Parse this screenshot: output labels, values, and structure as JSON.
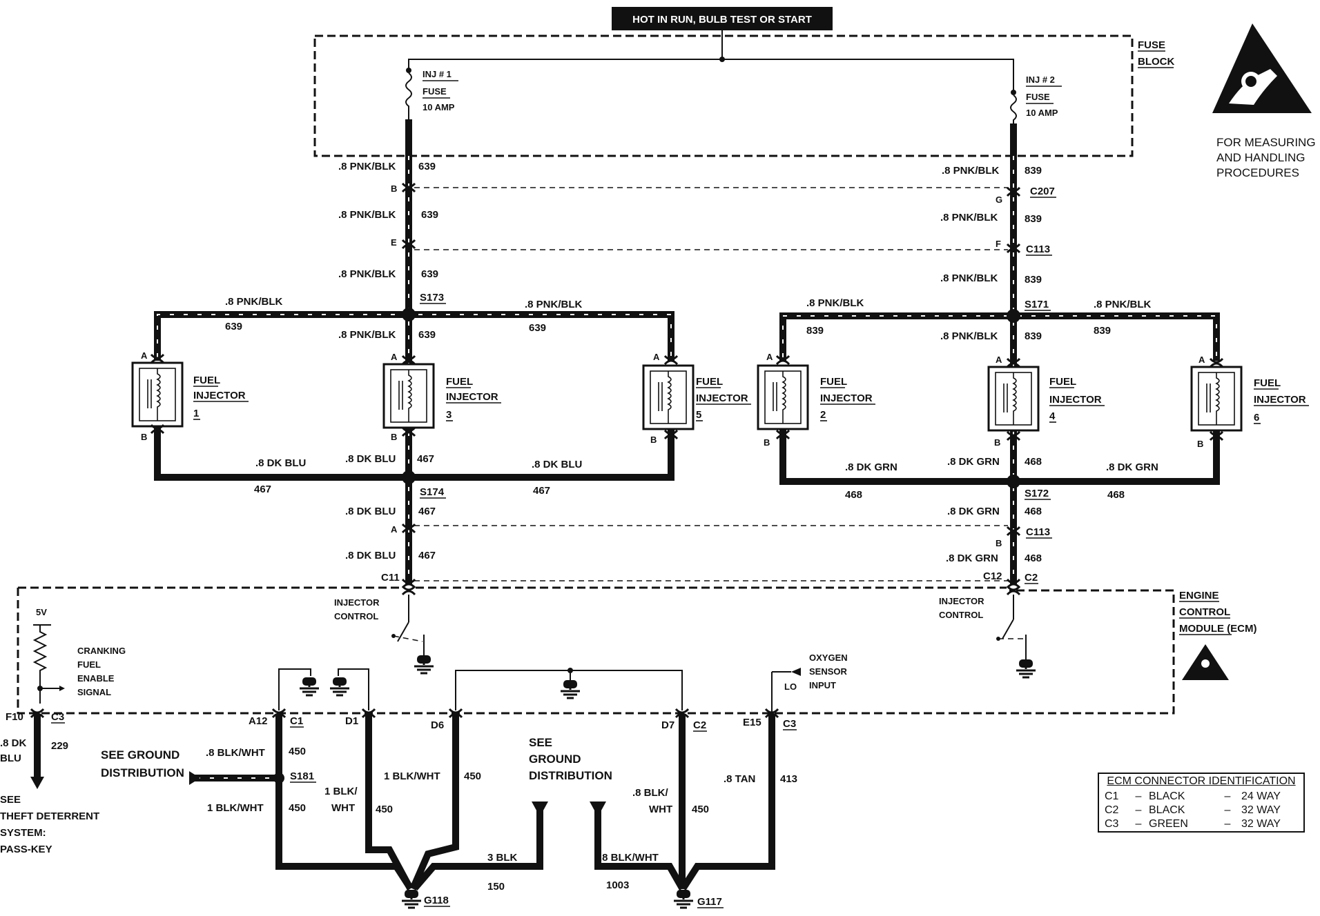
{
  "header": {
    "power_label": "HOT IN RUN, BULB TEST OR START"
  },
  "fuse_block": {
    "title_line1": "FUSE",
    "title_line2": "BLOCK"
  },
  "fuses": [
    {
      "line1": "INJ # 1",
      "line2": "FUSE",
      "rating": "10 AMP"
    },
    {
      "line1": "INJ # 2",
      "line2": "FUSE",
      "rating": "10 AMP"
    }
  ],
  "esd_note": {
    "line1": "FOR MEASURING",
    "line2": "AND HANDLING",
    "line3": "PROCEDURES"
  },
  "wires": {
    "pnk_blk": ".8 PNK/BLK",
    "dk_blu": ".8 DK BLU",
    "dk_grn": ".8 DK GRN",
    "blu_229_a": ".8 DK",
    "blu_229_b": "BLU",
    "blk_wht_8": ".8 BLK/WHT",
    "blk_wht_1": "1 BLK/WHT",
    "blk_wht_1_a": "1 BLK/",
    "blk_wht_1_b": "WHT",
    "blk_wht_8_a": ".8 BLK/",
    "blk_wht_8_b": "WHT",
    "blk_3": "3 BLK",
    "tan": ".8 TAN"
  },
  "circuits": {
    "c639": "639",
    "c839": "839",
    "c467": "467",
    "c468": "468",
    "c229": "229",
    "c450": "450",
    "c150": "150",
    "c1003": "1003",
    "c413": "413"
  },
  "connectors": {
    "c207": "C207",
    "c113": "C113",
    "c2": "C2",
    "c1": "C1",
    "c3": "C3",
    "c11": "C11",
    "c12": "C12",
    "pin_b": "B",
    "pin_e": "E",
    "pin_g": "G",
    "pin_f": "F",
    "pin_a": "A",
    "pin_f10": "F10",
    "pin_a12": "A12",
    "pin_d1": "D1",
    "pin_d6": "D6",
    "pin_d7": "D7",
    "pin_e15": "E15"
  },
  "splices": {
    "s173": "S173",
    "s174": "S174",
    "s171": "S171",
    "s172": "S172",
    "s181": "S181"
  },
  "injectors": [
    {
      "line1": "FUEL",
      "line2": "INJECTOR",
      "num": "1"
    },
    {
      "line1": "FUEL",
      "line2": "INJECTOR",
      "num": "3"
    },
    {
      "line1": "FUEL",
      "line2": "INJECTOR",
      "num": "5"
    },
    {
      "line1": "FUEL",
      "line2": "INJECTOR",
      "num": "2"
    },
    {
      "line1": "FUEL",
      "line2": "INJECTOR",
      "num": "4"
    },
    {
      "line1": "FUEL",
      "line2": "INJECTOR",
      "num": "6"
    }
  ],
  "ecm": {
    "line1": "ENGINE",
    "line2": "CONTROL",
    "line3": "MODULE (ECM)",
    "inj_ctrl_1": "INJECTOR",
    "inj_ctrl_2": "CONTROL",
    "v5": "5V",
    "crank_1": "CRANKING",
    "crank_2": "FUEL",
    "crank_3": "ENABLE",
    "crank_4": "SIGNAL",
    "o2_1": "OXYGEN",
    "o2_2": "SENSOR",
    "o2_3": "INPUT",
    "lo": "LO"
  },
  "notes": {
    "see": "SEE",
    "theft_1": "THEFT DETERRENT",
    "theft_2": "SYSTEM:",
    "theft_3": "PASS-KEY",
    "gd_a1": "SEE GROUND",
    "gd_a2": "DISTRIBUTION",
    "gd_b1": "SEE",
    "gd_b2": "GROUND",
    "gd_b3": "DISTRIBUTION"
  },
  "grounds": {
    "g118": "G118",
    "g117": "G117"
  },
  "legend": {
    "title": "ECM CONNECTOR IDENTIFICATION",
    "rows": [
      {
        "name": "C1",
        "dash1": "–",
        "color": "BLACK",
        "dash2": "–",
        "ways": "24 WAY"
      },
      {
        "name": "C2",
        "dash1": "–",
        "color": "BLACK",
        "dash2": "–",
        "ways": "32 WAY"
      },
      {
        "name": "C3",
        "dash1": "–",
        "color": "GREEN",
        "dash2": "–",
        "ways": "32 WAY"
      }
    ]
  }
}
